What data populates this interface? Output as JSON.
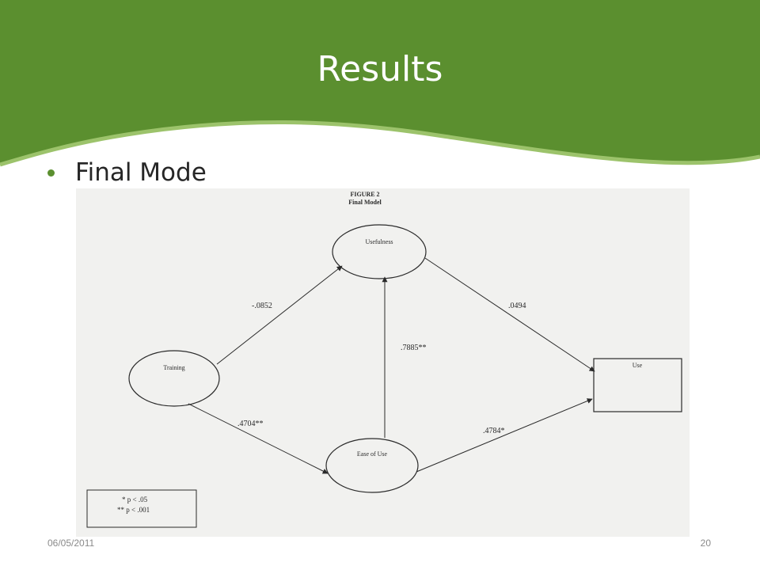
{
  "slide": {
    "title": "Results",
    "bullet": "Final Mode",
    "date": "06/05/2011",
    "page_number": "20"
  },
  "figure": {
    "heading": "FIGURE 2",
    "subheading": "Final Model",
    "nodes": {
      "usefulness": "Usefulness",
      "training": "Training",
      "ease_of_use": "Ease of Use",
      "use": "Use"
    },
    "paths": {
      "training_usefulness": "-.0852",
      "usefulness_use": ".0494",
      "ease_usefulness": ".7885**",
      "training_ease": ".4704**",
      "ease_use": ".4784*"
    },
    "legend": {
      "line1": "* p < .05",
      "line2": "** p < .001"
    }
  },
  "colors": {
    "header_green": "#5b8f2f",
    "accent_line": "#9cc36b",
    "title_text": "#ffffff"
  }
}
